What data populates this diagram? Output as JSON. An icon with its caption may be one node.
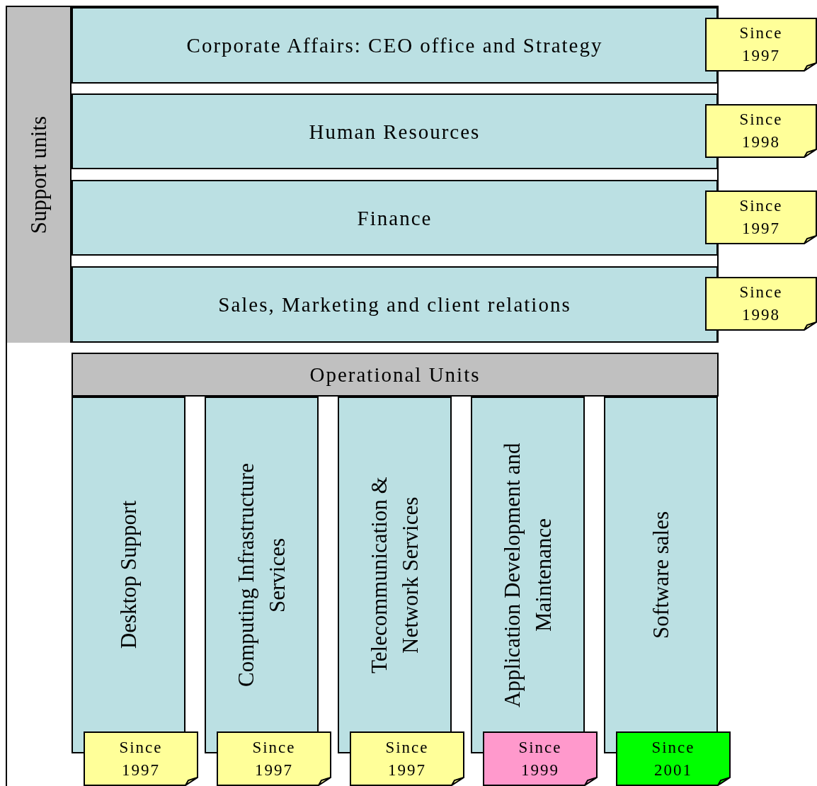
{
  "diagram": {
    "nodes": [
      {
        "text": [
          "Support units"
        ]
      },
      {
        "text": [
          "Corporate Affairs: CEO office and Strategy"
        ]
      },
      {
        "text": [
          "Since 1997"
        ]
      },
      {
        "text": [
          "Human Resources"
        ]
      },
      {
        "text": [
          "Since 1998"
        ]
      },
      {
        "text": [
          "Finance"
        ]
      },
      {
        "text": [
          "Since 1997"
        ]
      },
      {
        "text": [
          "Sales, Marketing and client relations"
        ]
      },
      {
        "text": [
          "Since 1998"
        ]
      },
      {
        "text": [
          "Operational Units"
        ]
      },
      {
        "text": [
          "Desktop Support"
        ]
      },
      {
        "text": [
          "Computing Infrastructure Services"
        ]
      },
      {
        "text": [
          "Telecommunication & Network Services"
        ]
      },
      {
        "text": [
          "Application Development and Maintenance"
        ]
      },
      {
        "text": [
          "Software sales"
        ]
      },
      {
        "text": [
          "Since 1997"
        ]
      },
      {
        "text": [
          "Since 1997"
        ]
      },
      {
        "text": [
          "Since 1997"
        ]
      },
      {
        "text": [
          "Since 1999"
        ]
      },
      {
        "text": [
          "Since 2001"
        ]
      }
    ]
  }
}
